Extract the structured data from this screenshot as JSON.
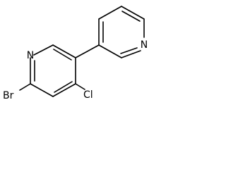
{
  "molecule": {
    "atoms": {
      "n1": "N",
      "n2": "N",
      "br": "Br",
      "cl": "Cl"
    }
  }
}
